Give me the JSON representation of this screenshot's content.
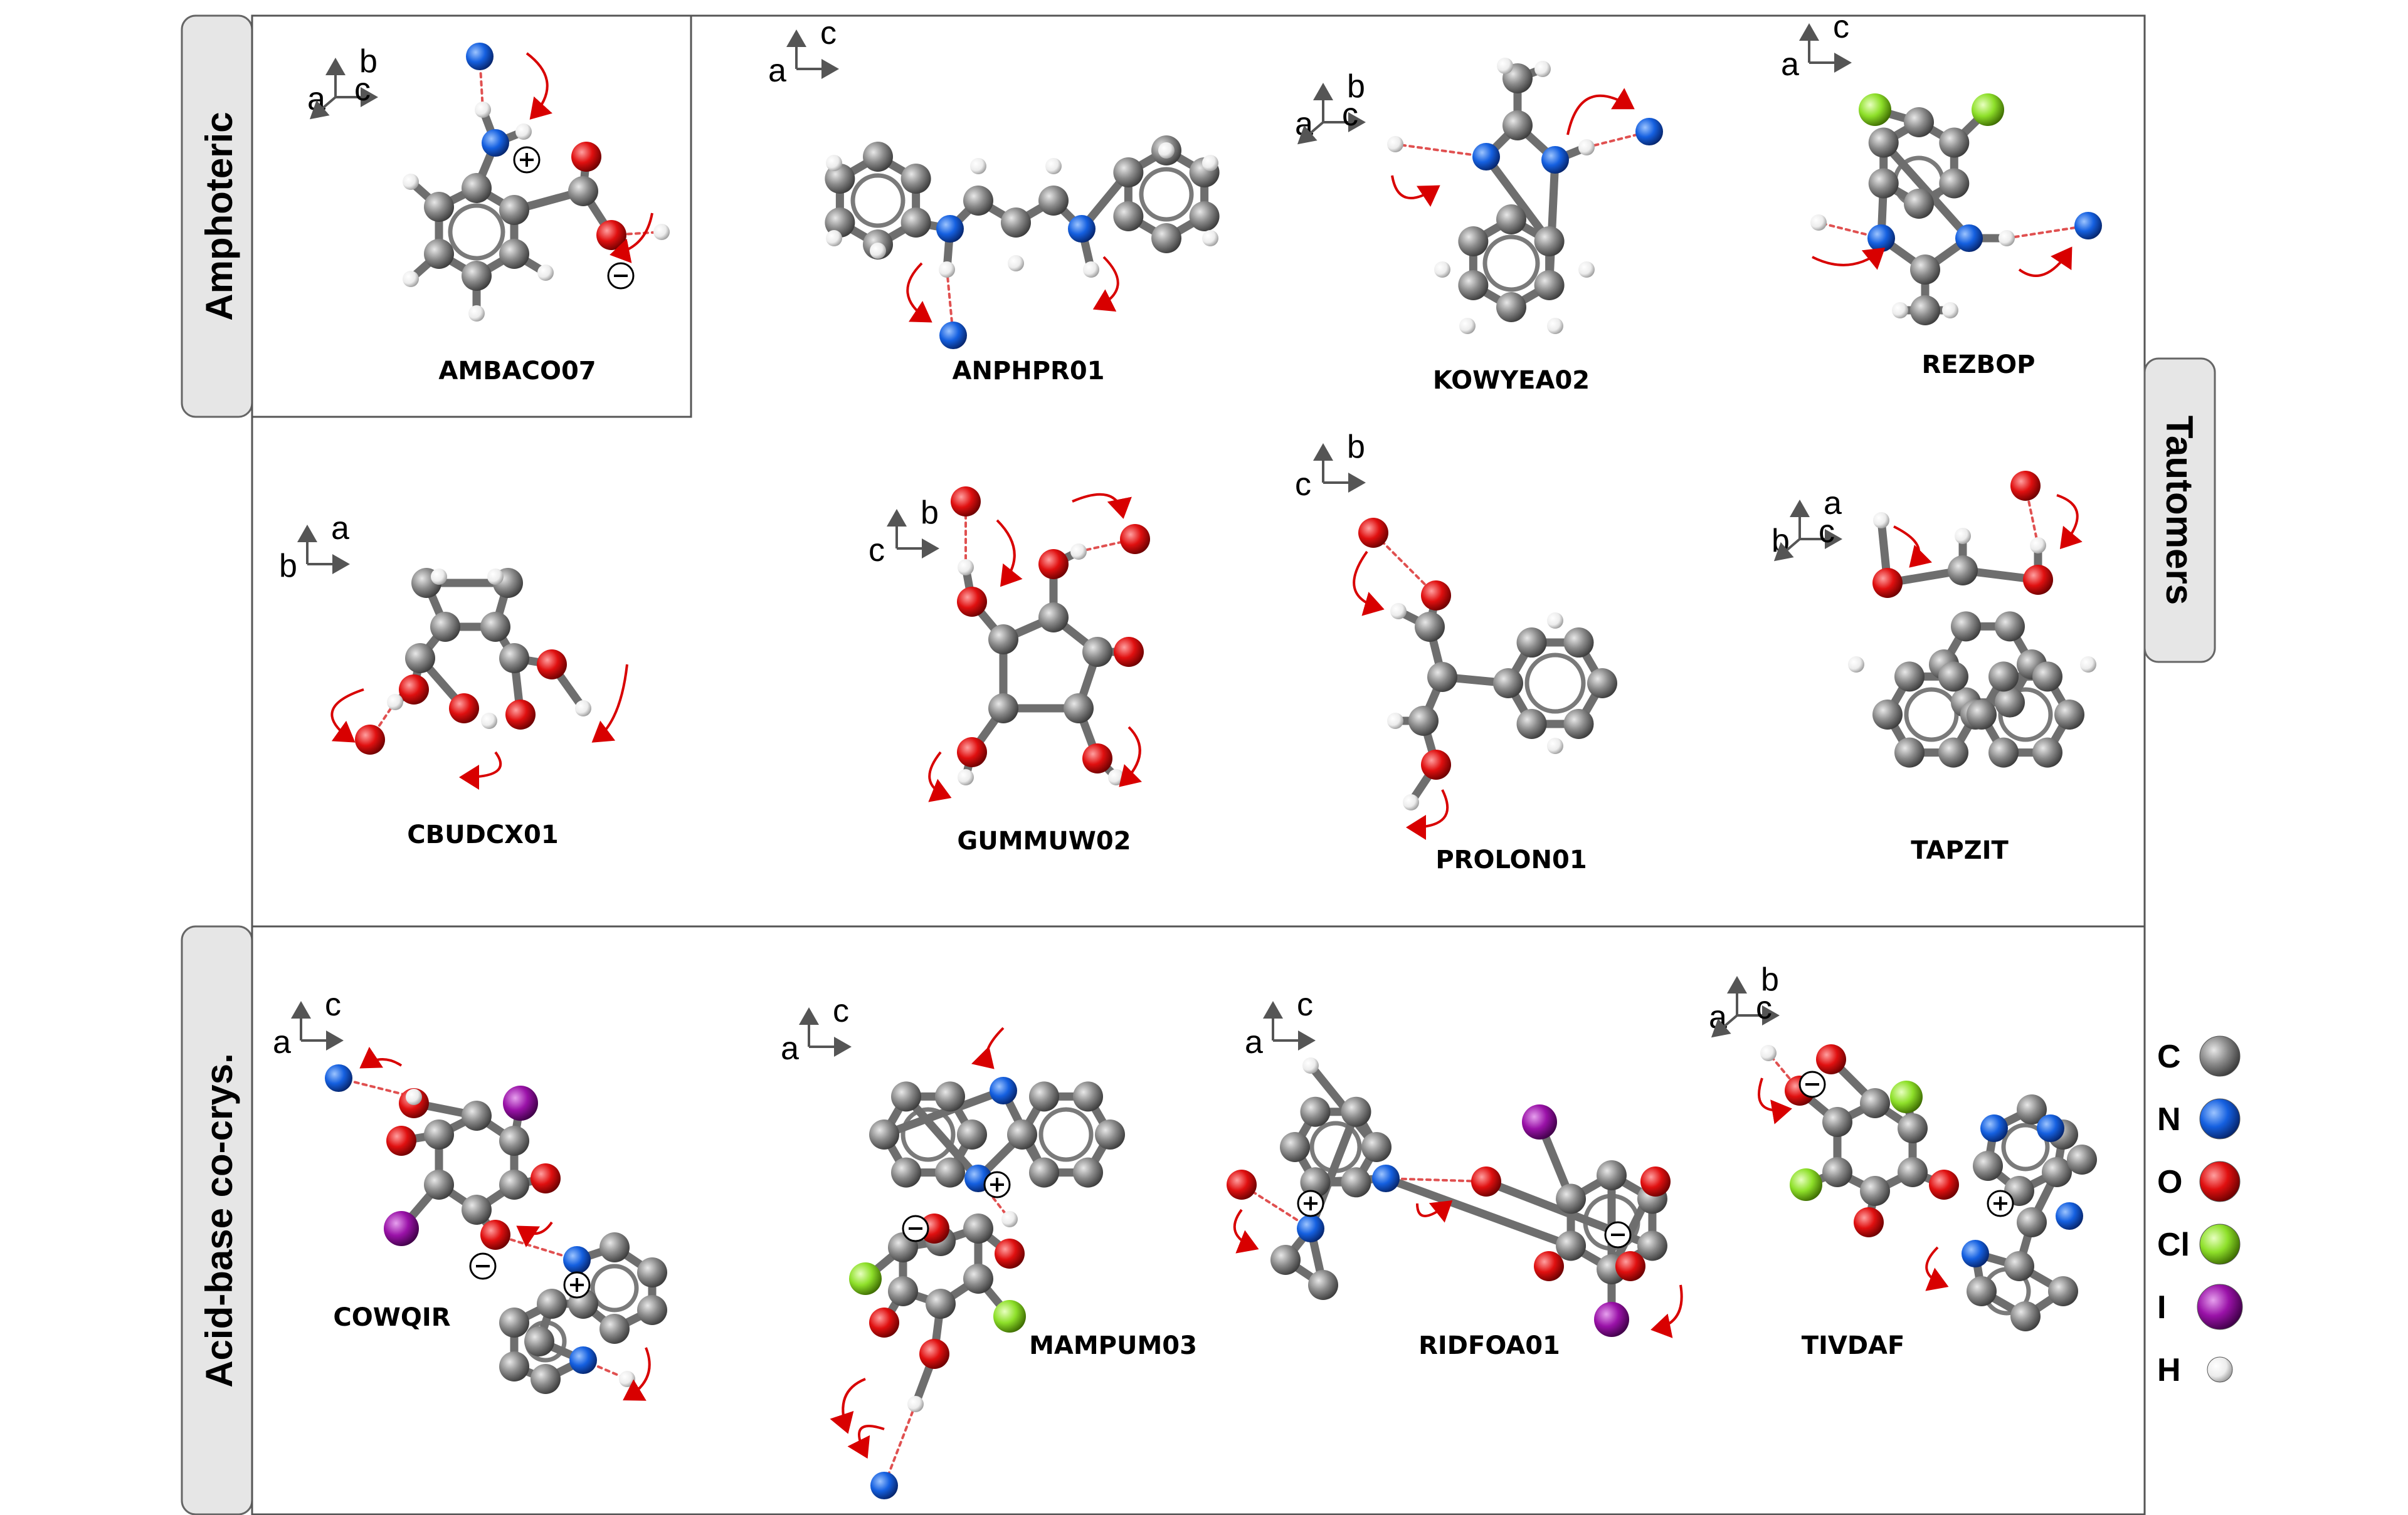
{
  "sections": {
    "amphoteric": "Amphoteric",
    "tautomers": "Tautomers",
    "acid_base": "Acid-base co-crys."
  },
  "molecules": [
    {
      "id": "AMBACO07",
      "label": "AMBACO07",
      "axes": {
        "up": "b",
        "side": "a",
        "diag": "c"
      }
    },
    {
      "id": "ANPHPR01",
      "label": "ANPHPR01",
      "axes": {
        "up": "c",
        "side": "a"
      }
    },
    {
      "id": "KOWYEA02",
      "label": "KOWYEA02",
      "axes": {
        "up": "b",
        "side": "a",
        "diag": "c"
      }
    },
    {
      "id": "REZBOP",
      "label": "REZBOP",
      "axes": {
        "up": "c",
        "side": "a"
      }
    },
    {
      "id": "CBUDCX01",
      "label": "CBUDCX01",
      "axes": {
        "up": "a",
        "side": "b"
      }
    },
    {
      "id": "GUMMUW02",
      "label": "GUMMUW02",
      "axes": {
        "up": "b",
        "side": "c"
      }
    },
    {
      "id": "PROLON01",
      "label": "PROLON01",
      "axes": {
        "up": "b",
        "side": "c"
      }
    },
    {
      "id": "TAPZIT",
      "label": "TAPZIT",
      "axes": {
        "up": "a",
        "side": "b",
        "diag": "c"
      }
    },
    {
      "id": "COWQIR",
      "label": "COWQIR",
      "axes": {
        "up": "c",
        "side": "a"
      }
    },
    {
      "id": "MAMPUM03",
      "label": "MAMPUM03",
      "axes": {
        "up": "c",
        "side": "a"
      }
    },
    {
      "id": "RIDFOA01",
      "label": "RIDFOA01",
      "axes": {
        "up": "c",
        "side": "a"
      }
    },
    {
      "id": "TIVDAF",
      "label": "TIVDAF",
      "axes": {
        "up": "b",
        "side": "a",
        "diag": "c"
      }
    }
  ],
  "legend": [
    {
      "symbol": "C",
      "color": "#8a8a8a",
      "icon": "carbon-atom-icon"
    },
    {
      "symbol": "N",
      "color": "#1560e0",
      "icon": "nitrogen-atom-icon"
    },
    {
      "symbol": "O",
      "color": "#e01010",
      "icon": "oxygen-atom-icon"
    },
    {
      "symbol": "Cl",
      "color": "#8ee02a",
      "icon": "chlorine-atom-icon"
    },
    {
      "symbol": "I",
      "color": "#9a12a8",
      "icon": "iodine-atom-icon"
    },
    {
      "symbol": "H",
      "color": "#f2f2f2",
      "icon": "hydrogen-atom-icon"
    }
  ],
  "colors": {
    "arrow": "#d80000",
    "panel_tab": "#e6e6e6",
    "frame": "#555555"
  }
}
